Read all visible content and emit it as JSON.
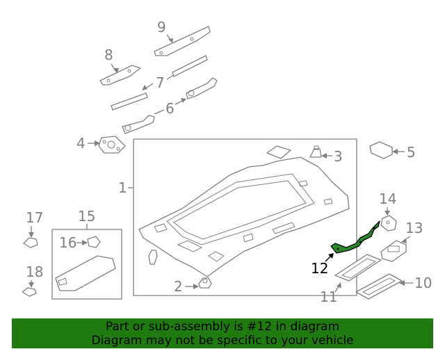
{
  "callouts": {
    "c1": "1",
    "c2": "2",
    "c3": "3",
    "c4": "4",
    "c5": "5",
    "c6": "6",
    "c7": "7",
    "c8": "8",
    "c9": "9",
    "c10": "10",
    "c11": "11",
    "c12": "12",
    "c13": "13",
    "c14": "14",
    "c15": "15",
    "c16": "16",
    "c17": "17",
    "c18": "18"
  },
  "highlighted_part": "12",
  "colors": {
    "banner_bg": "#1f7a10",
    "highlight": "#2a8a2a",
    "line": "#808080"
  },
  "banner": {
    "line1": "Part or sub-assembly is #12 in diagram",
    "line2": "Diagram may not be specific to your vehicle"
  }
}
